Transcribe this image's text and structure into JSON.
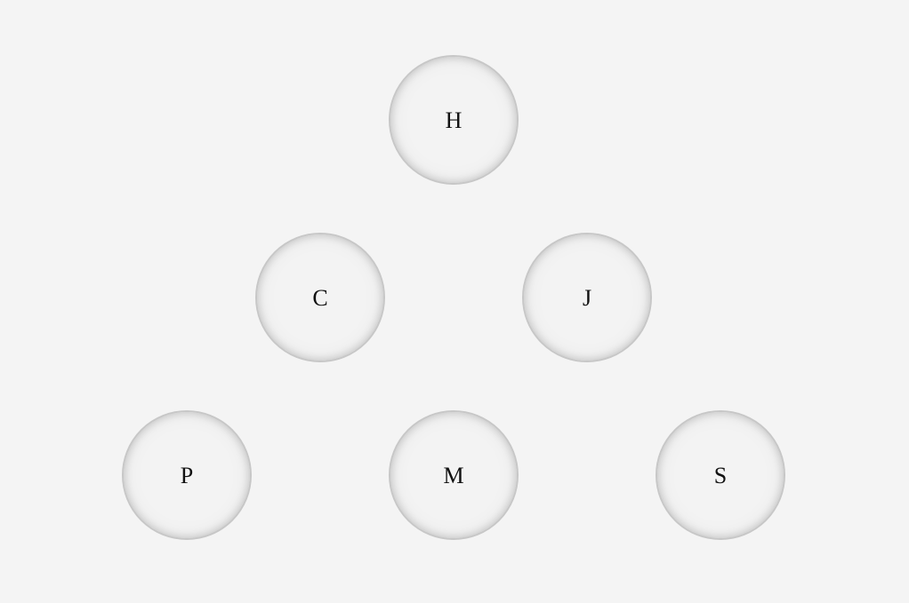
{
  "colors": {
    "background": "#f4f4f4",
    "node_fill": "#f3f3f3",
    "node_border": "#c7c7c7",
    "label": "#111111"
  },
  "nodes": [
    {
      "label": "H"
    },
    {
      "label": "C"
    },
    {
      "label": "J"
    },
    {
      "label": "P"
    },
    {
      "label": "M"
    },
    {
      "label": "S"
    }
  ]
}
